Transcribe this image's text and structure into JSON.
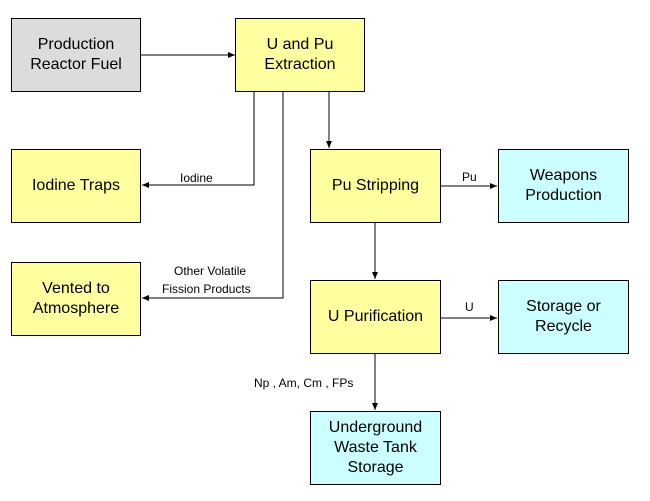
{
  "nodes": {
    "production_reactor_fuel": "Production\nReactor Fuel",
    "u_pu_extraction": "U and Pu\nExtraction",
    "iodine_traps": "Iodine Traps",
    "pu_stripping": "Pu Stripping",
    "weapons_production": "Weapons\nProduction",
    "vented_to_atmosphere": "Vented to\nAtmosphere",
    "u_purification": "U Purification",
    "storage_or_recycle": "Storage or\nRecycle",
    "underground_waste_tank": "Underground\nWaste Tank\nStorage"
  },
  "edges": {
    "iodine": "Iodine",
    "pu": "Pu",
    "other_volatile_line1": "Other Volatile",
    "other_volatile_line2": "Fission Products",
    "u": "U",
    "np_am_cm_fps": "Np , Am,  Cm , FPs"
  },
  "colors": {
    "source_fill": "#dcdcdc",
    "process_fill": "#ffffa0",
    "destination_fill": "#ccffff"
  }
}
